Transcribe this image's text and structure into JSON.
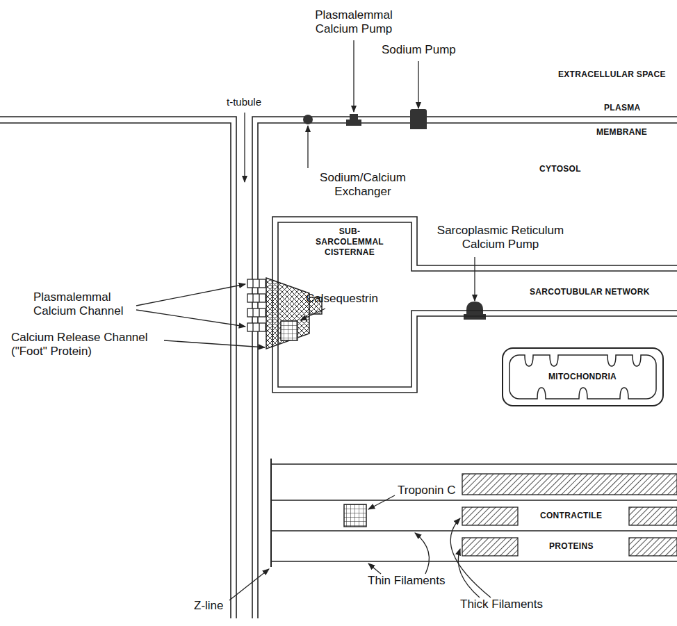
{
  "diagram": {
    "nodes": [
      {
        "text": [
          "SUB- SARCOLEMMAL CISTERNAE",
          "SARCOTUBULAR NETWORK"
        ]
      },
      {
        "text": [
          "MITOCHONDRIA"
        ]
      }
    ],
    "labels": [
      "Plasmalemmal Calcium Pump",
      "Sodium Pump",
      "EXTRACELLULAR SPACE",
      "t-tubule",
      "PLASMA",
      "MEMBRANE",
      "CYTOSOL",
      "Sodium/Calcium Exchanger",
      "Sarcoplasmic Reticulum Calcium Pump",
      "Plasmalemmal Calcium Channel",
      "Calsequestrin",
      "Calcium Release Channel (\"Foot\" Protein)",
      "Troponin C",
      "CONTRACTILE",
      "PROTEINS",
      "Thin Filaments",
      "Thick Filaments",
      "Z-line"
    ]
  }
}
